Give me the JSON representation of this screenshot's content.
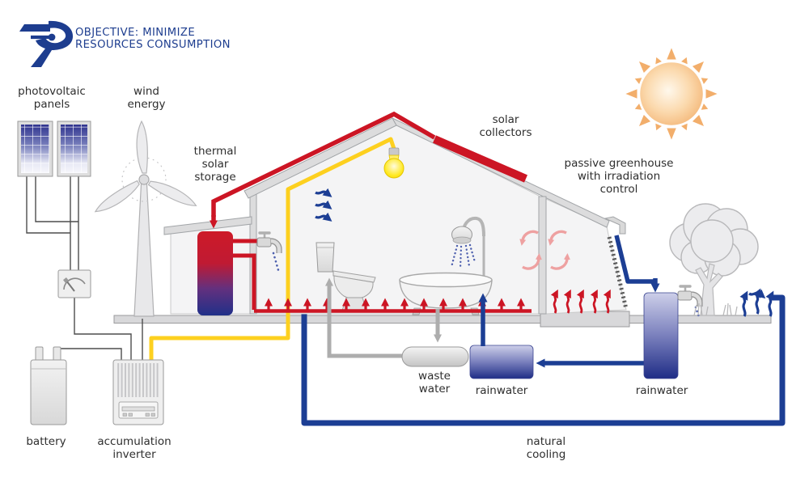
{
  "logo": {
    "title": "OBJECTIVE: MINIMIZE\nRESOURCES CONSUMPTION"
  },
  "labels": {
    "photovoltaic_panels": "photovoltaic\npanels",
    "wind_energy": "wind\nenergy",
    "thermal_solar_storage": "thermal\nsolar\nstorage",
    "solar_collectors": "solar\ncollectors",
    "passive_greenhouse": "passive greenhouse\nwith irradiation\ncontrol",
    "battery": "battery",
    "accumulation_inverter": "accumulation\ninverter",
    "waste_water": "waste\nwater",
    "rainwater_house_tank": "rainwater",
    "rainwater_garden_tank": "rainwater",
    "natural_cooling": "natural\ncooling"
  },
  "colors": {
    "brand_navy": "#1d3d8f",
    "hot_water_red": "#cc1524",
    "electricity_yellow": "#fdd01f",
    "water_blue": "#1c3e94",
    "grey_water": "#adadad",
    "sun_orange": "#f0a45b",
    "structure_grey": "#d8d8da"
  }
}
